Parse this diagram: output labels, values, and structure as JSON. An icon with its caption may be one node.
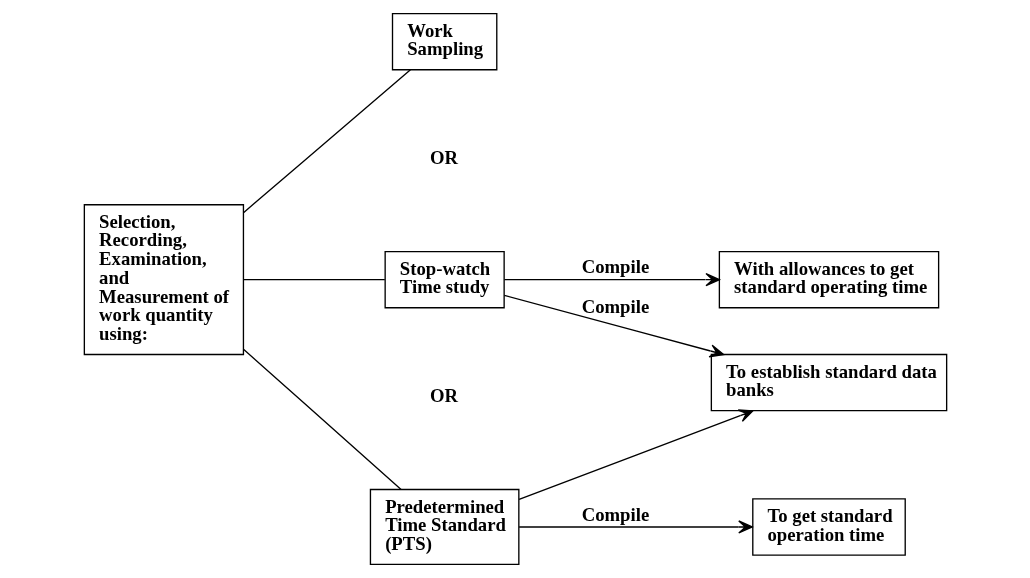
{
  "diagram": {
    "nodes": [
      {
        "text": [
          "Selection, Recording, Examination, and Measurement of work quantity using:"
        ]
      },
      {
        "text": [
          "Work Sampling"
        ]
      },
      {
        "text": [
          "Stop-watch Time study"
        ]
      },
      {
        "text": [
          "Predetermined Time Standard (PTS)"
        ]
      },
      {
        "text": [
          "With allowances to get standard operating time"
        ]
      },
      {
        "text": [
          "To establish standard data banks"
        ]
      },
      {
        "text": [
          "To get standard operation time"
        ]
      }
    ],
    "edges": [
      {
        "from": 0,
        "to": 1,
        "arrow": "none"
      },
      {
        "from": 0,
        "to": 2,
        "arrow": "none"
      },
      {
        "from": 0,
        "to": 3,
        "arrow": "none"
      },
      {
        "from": 2,
        "to": 4,
        "arrow": "to",
        "label": "Compile"
      },
      {
        "from": 2,
        "to": 5,
        "arrow": "to",
        "label": "Compile"
      },
      {
        "from": 3,
        "to": 5,
        "arrow": "to"
      },
      {
        "from": 3,
        "to": 6,
        "arrow": "to",
        "label": "Compile"
      }
    ],
    "labels": [
      "OR",
      "OR"
    ]
  }
}
